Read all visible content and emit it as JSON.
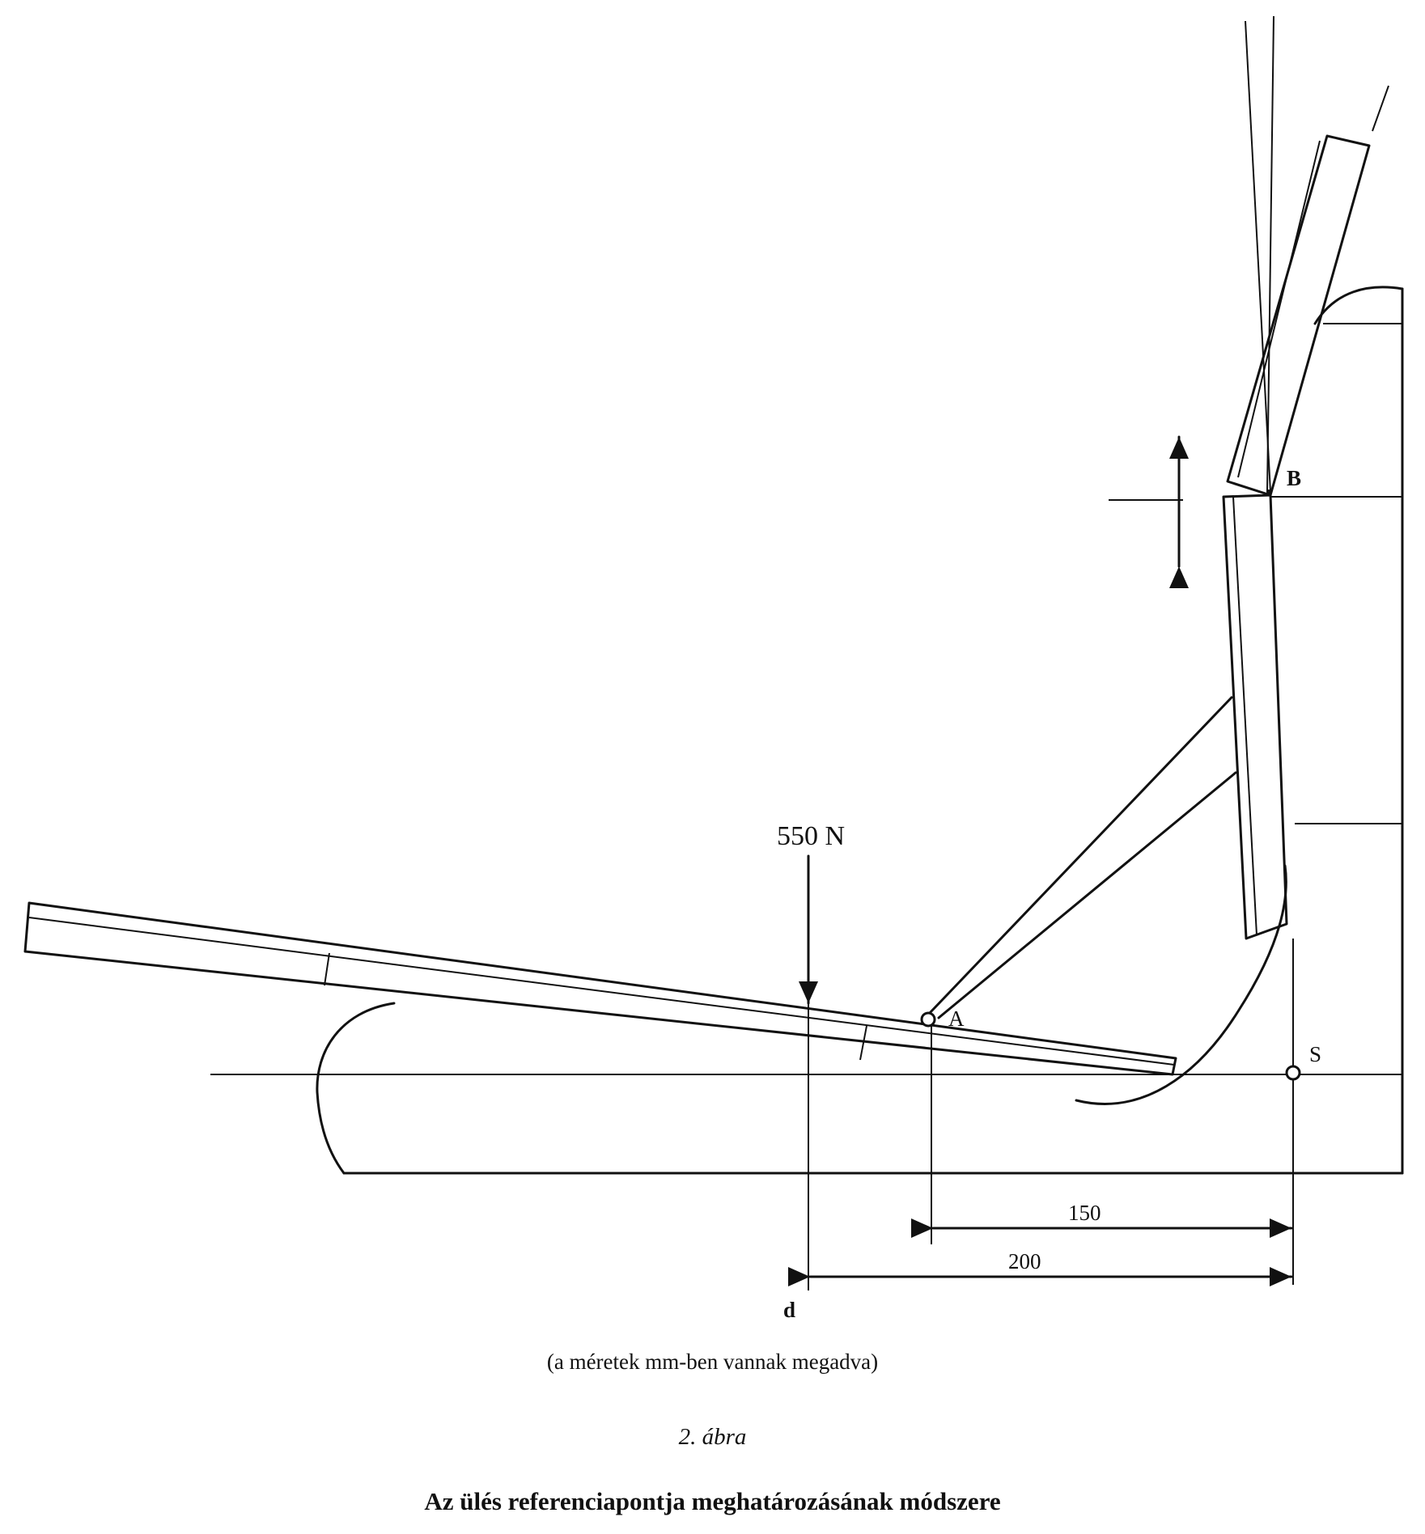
{
  "labels": {
    "force": "550 N",
    "point_a": "A",
    "point_b": "B",
    "point_s": "S",
    "line_d": "d",
    "dim_150": "150",
    "dim_200": "200"
  },
  "caption": {
    "note": "(a méretek mm-ben vannak megadva)",
    "figure_number": "2. ábra",
    "title": "Az  ülés referenciapontja meghatározásának módszere"
  }
}
